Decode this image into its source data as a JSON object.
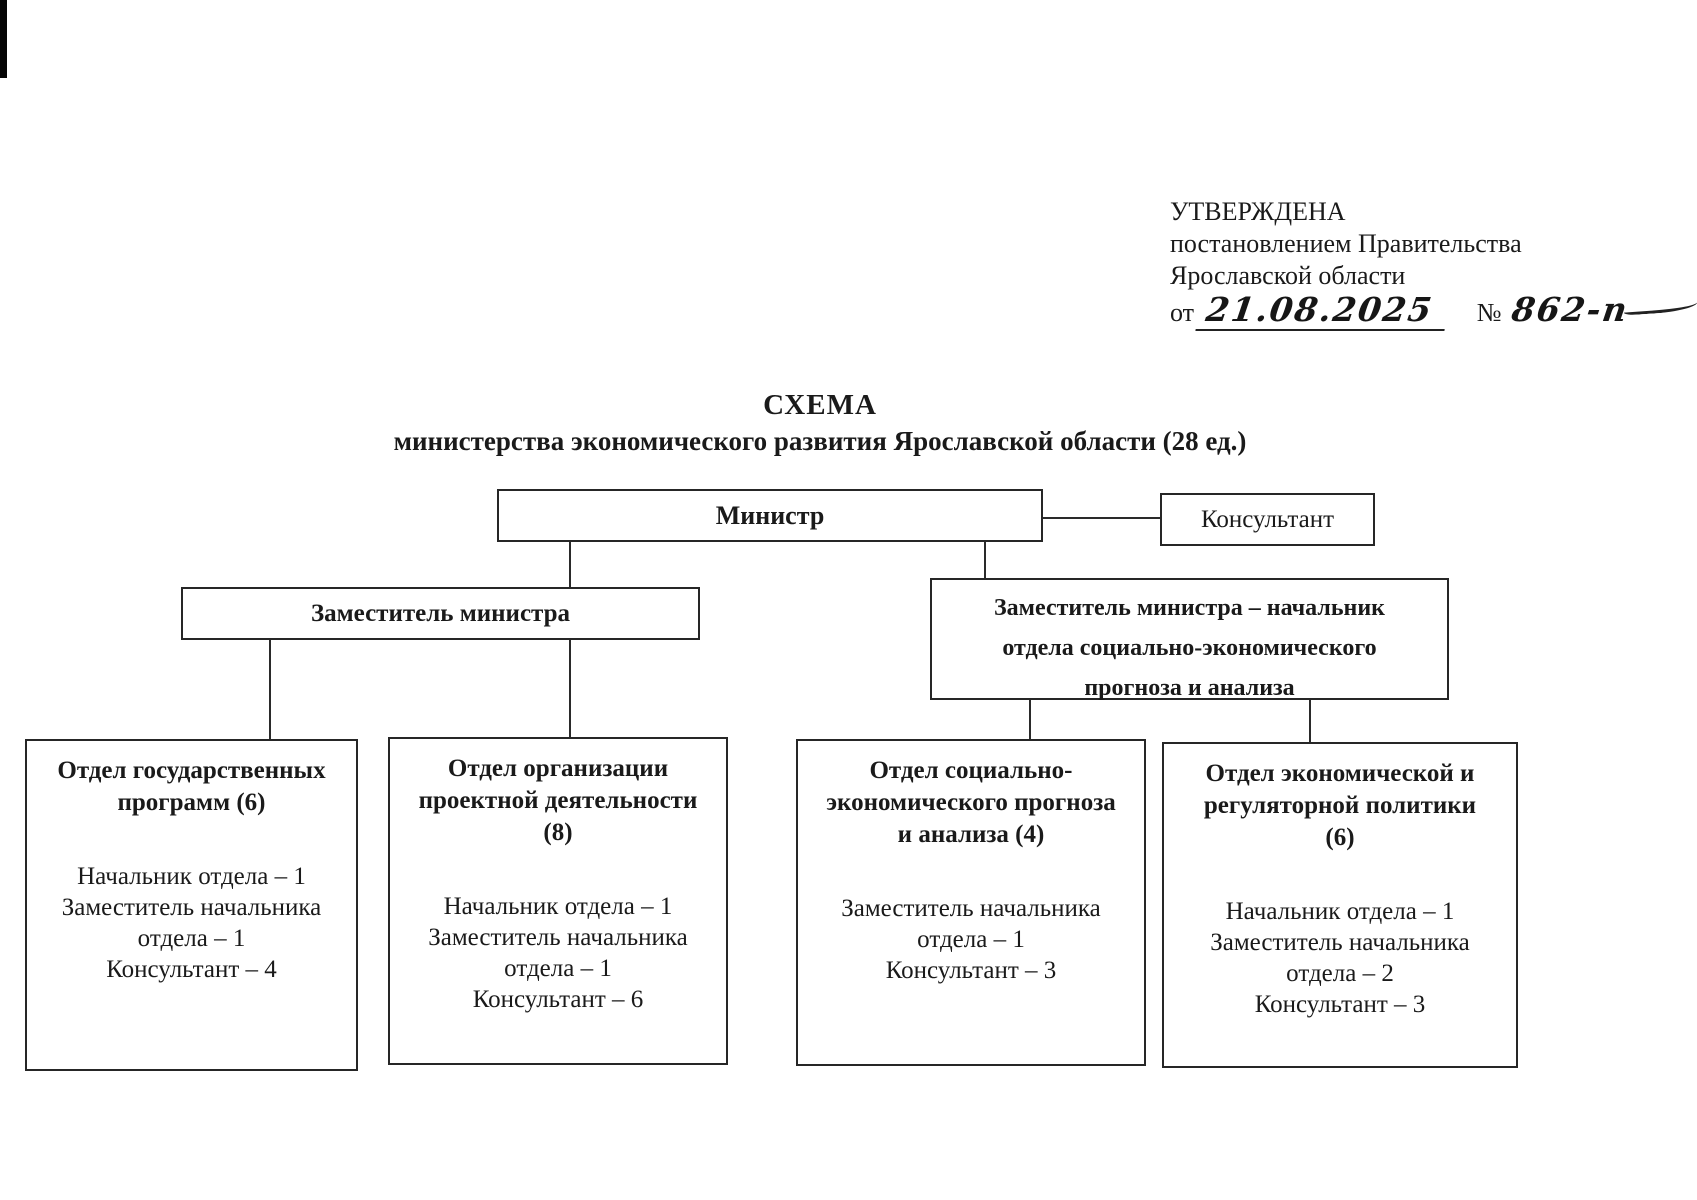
{
  "colors": {
    "ink": "#1a1a1a",
    "paper": "#ffffff"
  },
  "approval": {
    "line1": "УТВЕРЖДЕНА",
    "line2": "постановлением Правительства",
    "line3": "Ярославской области",
    "date_prefix": "от",
    "date_value": "21.08.2025",
    "number_prefix": "№",
    "number_value": "862-п"
  },
  "title": {
    "line1": "СХЕМА",
    "line2": "министерства экономического развития Ярославской области (28 ед.)"
  },
  "org": {
    "minister": "Министр",
    "consultant": "Консультант",
    "deputy_left": "Заместитель министра",
    "deputy_right": "Заместитель министра – начальник отдела социально-экономического прогноза и анализа",
    "departments": [
      {
        "title": "Отдел государственных программ (6)",
        "staff": [
          "Начальник отдела – 1",
          "Заместитель начальника отдела – 1",
          "Консультант – 4"
        ]
      },
      {
        "title": "Отдел организации проектной деятельности (8)",
        "staff": [
          "Начальник отдела – 1",
          "Заместитель начальника отдела – 1",
          "Консультант – 6"
        ]
      },
      {
        "title": "Отдел социально-экономического прогноза и анализа (4)",
        "staff": [
          "Заместитель начальника отдела – 1",
          "Консультант – 3"
        ]
      },
      {
        "title": "Отдел экономической и регуляторной политики (6)",
        "staff": [
          "Начальник отдела – 1",
          "Заместитель начальника отдела – 2",
          "Консультант – 3"
        ]
      }
    ]
  }
}
